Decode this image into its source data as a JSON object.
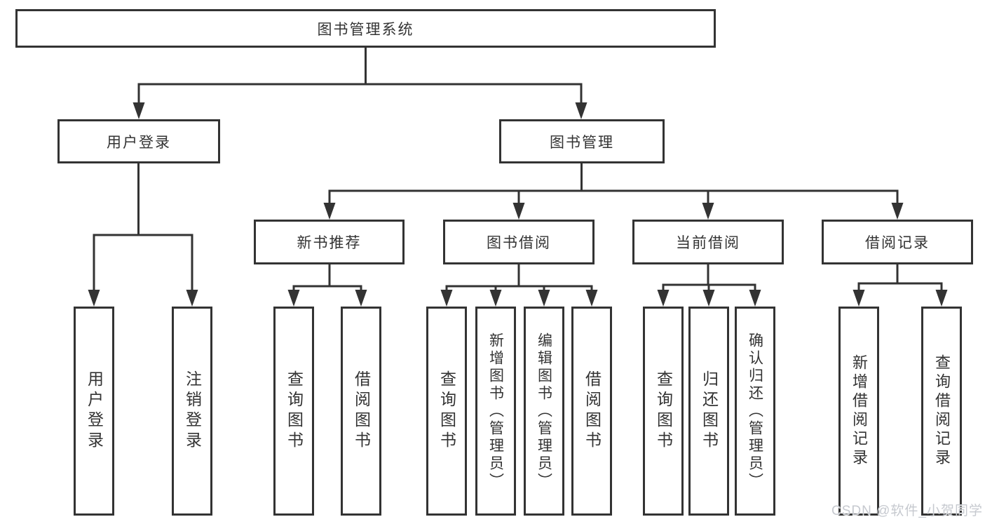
{
  "diagram_type": "hierarchy-tree",
  "tree": {
    "label": "图书管理系统",
    "children": [
      {
        "label": "用户登录",
        "children": [
          {
            "label": "用户登录"
          },
          {
            "label": "注销登录"
          }
        ]
      },
      {
        "label": "图书管理",
        "children": [
          {
            "label": "新书推荐",
            "children": [
              {
                "label": "查询图书"
              },
              {
                "label": "借阅图书"
              }
            ]
          },
          {
            "label": "图书借阅",
            "children": [
              {
                "label": "查询图书"
              },
              {
                "label": "新增图书（管理员）"
              },
              {
                "label": "编辑图书（管理员）"
              },
              {
                "label": "借阅图书"
              }
            ]
          },
          {
            "label": "当前借阅",
            "children": [
              {
                "label": "查询图书"
              },
              {
                "label": "归还图书"
              },
              {
                "label": "确认归还（管理员）"
              }
            ]
          },
          {
            "label": "借阅记录",
            "children": [
              {
                "label": "新增借阅记录"
              },
              {
                "label": "查询借阅记录"
              }
            ]
          }
        ]
      }
    ]
  },
  "watermark": {
    "text": "CSDN @软件_小贺同学"
  },
  "colors": {
    "line": "#333333",
    "box_border": "#333333",
    "text": "#333333",
    "background": "#ffffff",
    "watermark": "#c6c9cf"
  }
}
